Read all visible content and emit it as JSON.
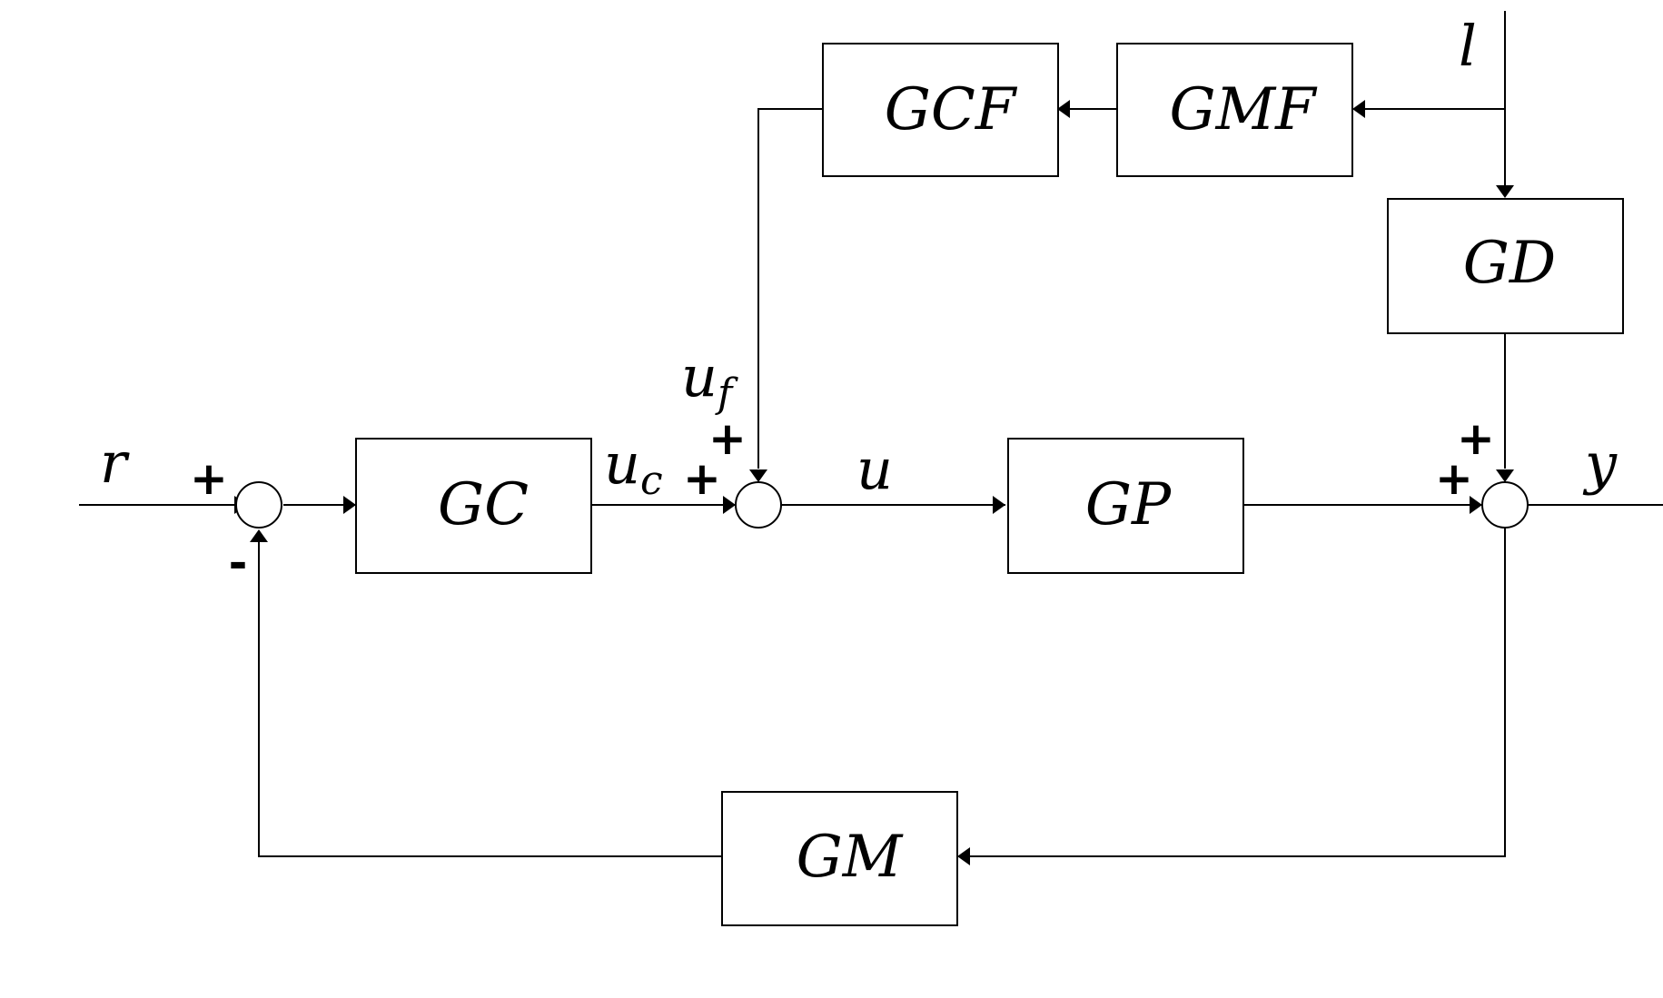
{
  "blocks": {
    "gcf": "GCF",
    "gmf": "GMF",
    "gd": "GD",
    "gc": "GC",
    "gp": "GP",
    "gm": "GM"
  },
  "signals": {
    "l": "l",
    "r": "r",
    "u_c_base": "u",
    "u_c_sub": "c",
    "u_f_base": "u",
    "u_f_sub": "f",
    "u": "u",
    "y": "y"
  },
  "signs": {
    "sum1_left": "+",
    "sum1_bottom": "-",
    "sum2_top": "+",
    "sum2_left": "+",
    "sum3_top": "+",
    "sum3_left": "+"
  }
}
